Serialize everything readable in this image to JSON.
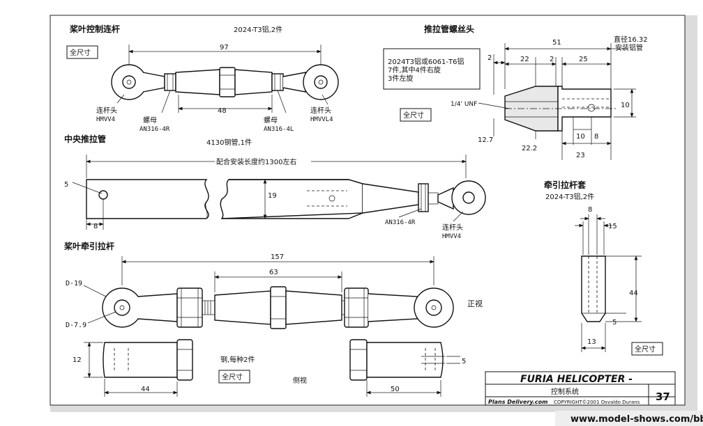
{
  "sections": {
    "control_rod": {
      "title": "桨叶控制连杆",
      "material": "2024-T3铝,2件",
      "full_size": "全尺寸",
      "dim_97": "97",
      "dim_48": "48",
      "rod_end_left_label": "连杆头",
      "rod_end_left_part": "HMVV4",
      "nut_left_label": "螺母",
      "nut_left_part": "AN316-4R",
      "nut_right_label": "螺母",
      "nut_right_part": "AN316-4L",
      "rod_end_right_label": "连杆头",
      "rod_end_right_part": "HMVVL4"
    },
    "push_tube_thread": {
      "title": "推拉管螺丝头",
      "note_line1": "2024T3铝或6061-T6铝",
      "note_line2": "7件,其中4件右旋",
      "note_line3": "3件左旋",
      "full_size": "全尺寸",
      "dim_51": "51",
      "dim_2a": "2",
      "dim_22": "22",
      "dim_2b": "2",
      "dim_25": "25",
      "dia_label": "直径16.32",
      "dia_note": "安装铝管",
      "thread": "1/4' UNF",
      "dim_10a": "10",
      "dim_12_7": "12.7",
      "dim_22_2": "22.2",
      "dim_10b": "10",
      "dim_8": "8",
      "dim_23": "23"
    },
    "center_push_tube": {
      "title": "中央推拉管",
      "material": "4130钢管,1件",
      "install_length": "配合安装长度约1300左右",
      "dim_5": "5",
      "dim_8": "8",
      "dim_19": "19",
      "nut_part": "AN316-4R",
      "rod_end_label": "连杆头",
      "rod_end_part": "HMVV4"
    },
    "sleeve": {
      "title": "牵引拉杆套",
      "material": "2024-T3铝,2件",
      "dim_8": "8",
      "dim_15": "15",
      "dim_44": "44",
      "dim_5": "5",
      "dim_13": "13",
      "full_size": "全尺寸"
    },
    "pull_rod": {
      "title": "桨叶牵引拉杆",
      "dim_157": "157",
      "dim_63": "63",
      "d19": "D-19",
      "d7_9": "D-7.9",
      "front_view": "正视",
      "dim_12": "12",
      "dim_44": "44",
      "steel_note": "钢,每种2件",
      "full_size": "全尺寸",
      "side_view": "侧视",
      "dim_50": "50",
      "dim_5": "5"
    }
  },
  "title_block": {
    "title": "FURIA HELICOPTER -",
    "subtitle": "控制系统",
    "page": "37",
    "plans": "Plans Delivery.com",
    "copyright": "COPYRIGHT©2001 Osvaldo Durans"
  },
  "watermark": "www.model-shows.com/bbs"
}
